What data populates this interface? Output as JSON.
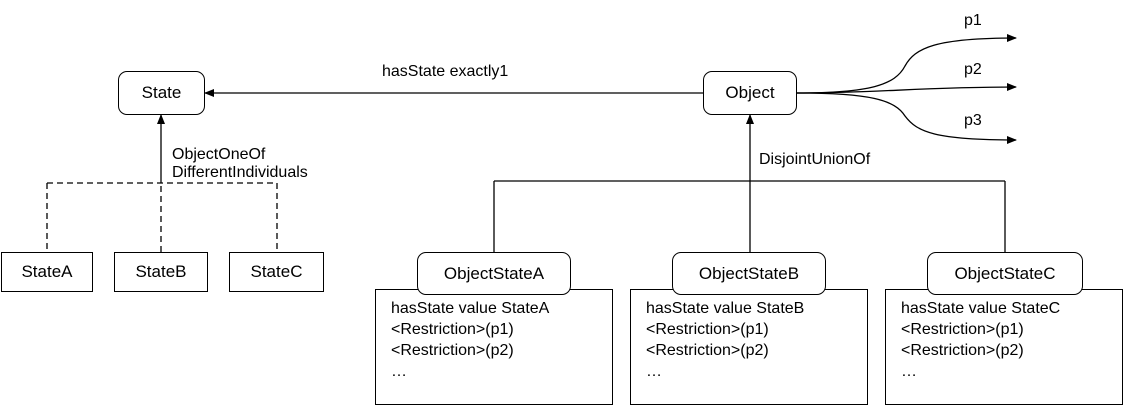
{
  "nodes": {
    "state": "State",
    "object": "Object",
    "state_a": "StateA",
    "state_b": "StateB",
    "state_c": "StateC"
  },
  "edge_labels": {
    "has_state": "hasState exactly1",
    "object_one_of": "ObjectOneOf",
    "different_individuals": "DifferentIndividuals",
    "disjoint_union_of": "DisjointUnionOf",
    "p1": "p1",
    "p2": "p2",
    "p3": "p3"
  },
  "object_states": [
    {
      "name": "ObjectStateA",
      "lines": [
        "hasState value StateA",
        "<Restriction>(p1)",
        "<Restriction>(p2)",
        "…"
      ]
    },
    {
      "name": "ObjectStateB",
      "lines": [
        "hasState value StateB",
        "<Restriction>(p1)",
        "<Restriction>(p2)",
        "…"
      ]
    },
    {
      "name": "ObjectStateC",
      "lines": [
        "hasState value StateC",
        "<Restriction>(p1)",
        "<Restriction>(p2)",
        "…"
      ]
    }
  ]
}
